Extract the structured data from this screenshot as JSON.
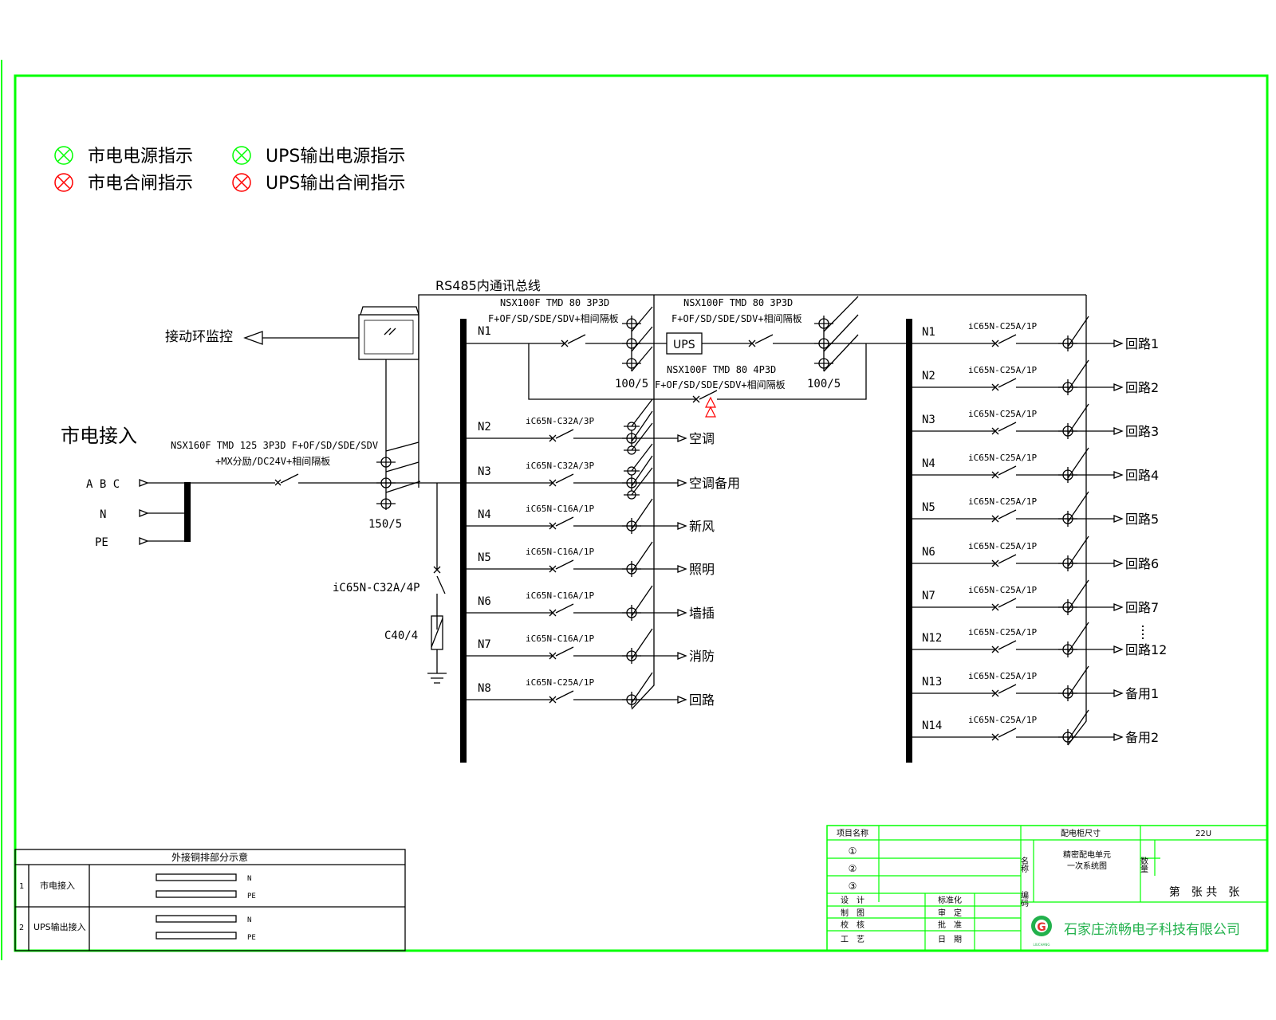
{
  "legend": [
    {
      "label": "市电电源指示",
      "color": "#22c55e"
    },
    {
      "label": "UPS输出电源指示",
      "color": "#22c55e"
    },
    {
      "label": "市电合闸指示",
      "color": "#ef4444"
    },
    {
      "label": "UPS输出合闸指示",
      "color": "#ef4444"
    }
  ],
  "title_input": "市电接入",
  "input_phases": [
    "A B C",
    "N",
    "PE"
  ],
  "main_breaker": [
    "NSX160F TMD 125 3P3D F+OF/SD/SDE/SDV",
    "+MX分励/DC24V+相间隔板"
  ],
  "ct_main": "150/5",
  "monitor_label": "接动环监控",
  "rs485_label": "RS485内通讯总线",
  "spd_breaker": "iC65N-C32A/4P",
  "spd_label": "C40/4",
  "ups_label": "UPS",
  "ups_in_breaker": [
    "NSX100F TMD 80 3P3D",
    "F+OF/SD/SDE/SDV+相间隔板"
  ],
  "ups_out_breaker": [
    "NSX100F TMD 80 3P3D",
    "F+OF/SD/SDE/SDV+相间隔板"
  ],
  "bypass_breaker": [
    "NSX100F TMD 80 4P3D",
    "F+OF/SD/SDE/SDV+相间隔板"
  ],
  "ct_ups_in": "100/5",
  "ct_ups_out": "100/5",
  "left_bus_n1": "N1",
  "left_circuits": [
    {
      "n": "N2",
      "breaker": "iC65N-C32A/3P",
      "load": "空调"
    },
    {
      "n": "N3",
      "breaker": "iC65N-C32A/3P",
      "load": "空调备用"
    },
    {
      "n": "N4",
      "breaker": "iC65N-C16A/1P",
      "load": "新风"
    },
    {
      "n": "N5",
      "breaker": "iC65N-C16A/1P",
      "load": "照明"
    },
    {
      "n": "N6",
      "breaker": "iC65N-C16A/1P",
      "load": "墙插"
    },
    {
      "n": "N7",
      "breaker": "iC65N-C16A/1P",
      "load": "消防"
    },
    {
      "n": "N8",
      "breaker": "iC65N-C25A/1P",
      "load": "回路"
    }
  ],
  "right_circuits": [
    {
      "n": "N1",
      "breaker": "iC65N-C25A/1P",
      "load": "回路1"
    },
    {
      "n": "N2",
      "breaker": "iC65N-C25A/1P",
      "load": "回路2"
    },
    {
      "n": "N3",
      "breaker": "iC65N-C25A/1P",
      "load": "回路3"
    },
    {
      "n": "N4",
      "breaker": "iC65N-C25A/1P",
      "load": "回路4"
    },
    {
      "n": "N5",
      "breaker": "iC65N-C25A/1P",
      "load": "回路5"
    },
    {
      "n": "N6",
      "breaker": "iC65N-C25A/1P",
      "load": "回路6"
    },
    {
      "n": "N7",
      "breaker": "iC65N-C25A/1P",
      "load": "回路7"
    },
    {
      "n": "N12",
      "breaker": "iC65N-C25A/1P",
      "load": "回路12"
    },
    {
      "n": "N13",
      "breaker": "iC65N-C25A/1P",
      "load": "备用1"
    },
    {
      "n": "N14",
      "breaker": "iC65N-C25A/1P",
      "load": "备用2"
    }
  ],
  "copper_table": {
    "title": "外接铜排部分示意",
    "rows": [
      {
        "no": "1",
        "name": "市电接入",
        "bars": [
          "N",
          "PE"
        ]
      },
      {
        "no": "2",
        "name": "UPS输出接入",
        "bars": [
          "N",
          "PE"
        ]
      }
    ]
  },
  "title_block": {
    "project_label": "项目名称",
    "circles": [
      "①",
      "②",
      "③"
    ],
    "cabinet_size_label": "配电柜尺寸",
    "cabinet_size_value": "22U",
    "name_label": "名称",
    "name_value_1": "精密配电单元",
    "name_value_2": "一次系统图",
    "qty_label": "数量",
    "code_label": "编码",
    "sheet": "第　张 共　张",
    "roles_left": [
      "设　计",
      "制　图",
      "校　核",
      "工　艺"
    ],
    "roles_right": [
      "标准化",
      "审　定",
      "批　准",
      "日　期"
    ],
    "logo_letter": "G",
    "logo_sub": "LIUCHANG",
    "company": "石家庄流畅电子科技有限公司"
  }
}
